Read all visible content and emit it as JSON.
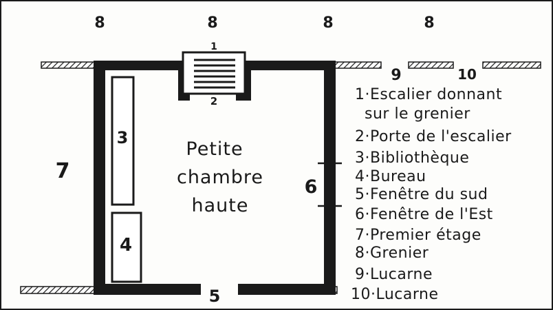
{
  "grenier_labels": [
    "8",
    "8",
    "8",
    "8"
  ],
  "room": {
    "lines": [
      "Petite",
      "chambre",
      "haute"
    ]
  },
  "markers": {
    "stair": "1",
    "stair_door": "2",
    "bookcase": "3",
    "desk": "4",
    "south_window": "5",
    "east_window": "6",
    "first_floor": "7",
    "dormer_1": "9",
    "dormer_2": "10"
  },
  "legend": [
    "1·Escalier donnant",
    "sur le grenier",
    "2·Porte de l'escalier",
    "3·Bibliothèque",
    "4·Bureau",
    "5·Fenêtre du sud",
    "6·Fenêtre de l'Est",
    "7·Premier étage",
    "8·Grenier",
    "9·Lucarne",
    "10·Lucarne"
  ],
  "colors": {
    "ink": "#1a1a1a",
    "paper": "#fdfdfb"
  }
}
